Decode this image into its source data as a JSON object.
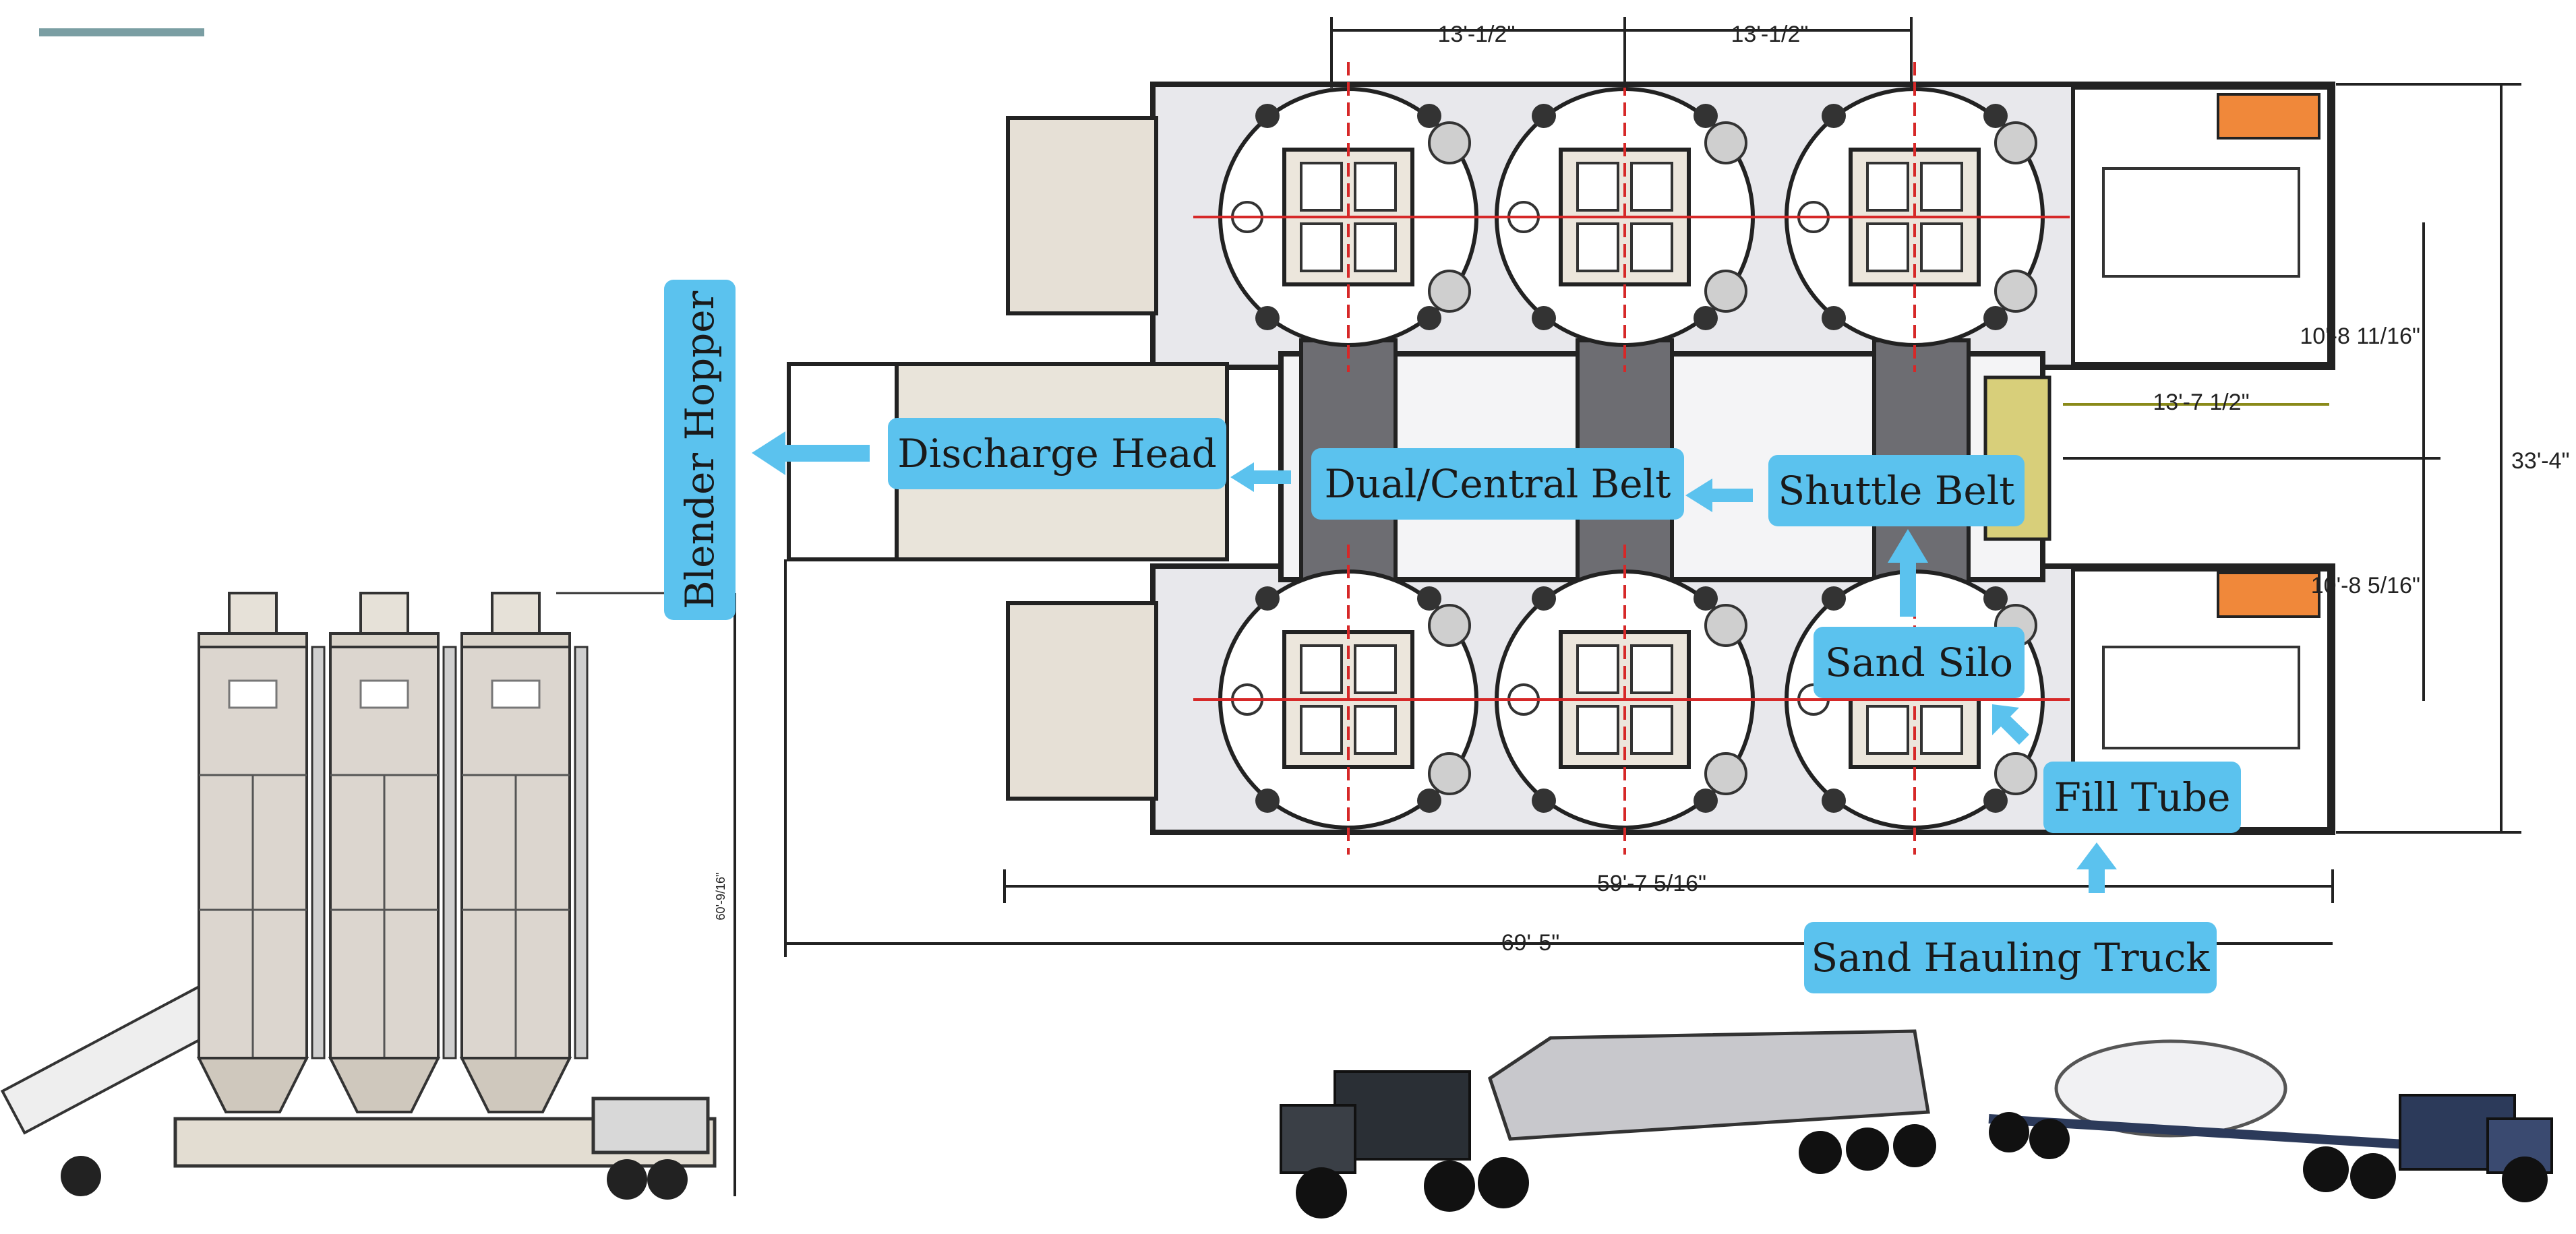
{
  "callouts": {
    "blender_hopper": "Blender Hopper",
    "discharge_head": "Discharge Head",
    "dual_central_belt": "Dual/Central Belt",
    "shuttle_belt": "Shuttle Belt",
    "sand_silo": "Sand Silo",
    "fill_tube": "Fill Tube",
    "sand_hauling_truck": "Sand Hauling Truck"
  },
  "dimensions": {
    "silo_spacing_1": "13'-1/2\"",
    "silo_spacing_2": "13'-1/2\"",
    "belt_offset": "13'-7 1/2\"",
    "upper_half_width": "10'-8 11/16\"",
    "lower_half_width": "10'-8 5/16\"",
    "overall_width": "33'-4\"",
    "trailer_length": "59'-7 5/16\"",
    "overall_length": "69'-5\"",
    "silo_height": "60'-9/16\""
  },
  "colors": {
    "callout_fill": "#5bc2ee",
    "arrow": "#5bc2ee",
    "centerline": "#d62828",
    "offset_dim": "#8a8a1a",
    "orange_tank": "#f0883a",
    "accent_bar": "#7a9ea3",
    "silo_body": "#dcd6cf"
  },
  "icons": {
    "arrow_left": "arrow-left-icon",
    "arrow_up": "arrow-up-icon",
    "arrow_diag": "arrow-up-left-icon"
  }
}
